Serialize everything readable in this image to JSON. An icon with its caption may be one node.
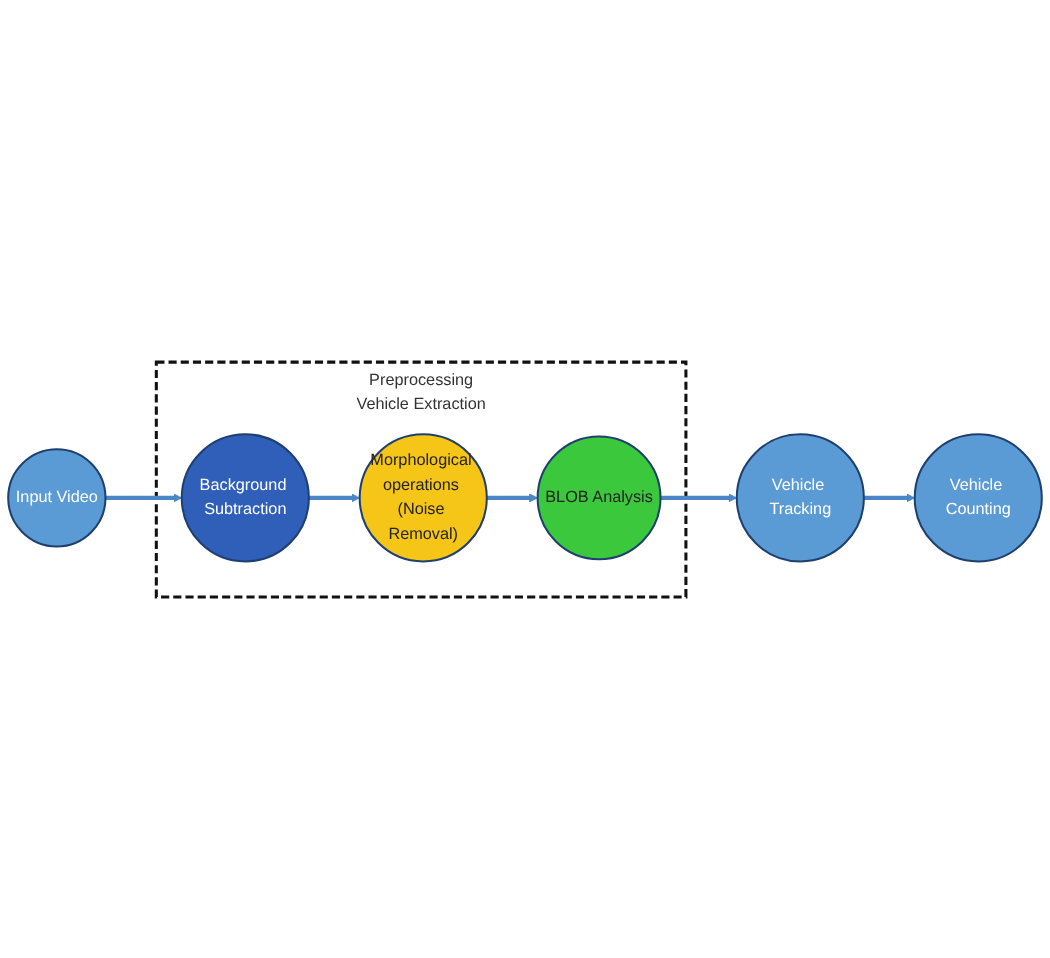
{
  "diagram": {
    "nodes": [
      {
        "text": [
          "Input Video"
        ]
      },
      {
        "text": [
          "Preprocessing",
          "Vehicle Extraction"
        ]
      },
      {
        "text": [
          "Morphological operations (Noise Removal)"
        ],
        "in": 1
      },
      {
        "text": [
          "Background Subtraction"
        ],
        "in": 1
      },
      {
        "text": [
          "BLOB Analysis"
        ],
        "in": 1
      },
      {
        "text": [
          "Vehicle Tracking"
        ]
      },
      {
        "text": [
          "Vehicle Counting"
        ]
      }
    ],
    "edges": [
      {
        "from": 0,
        "to": 3,
        "arrow": "to"
      },
      {
        "from": 3,
        "to": 2,
        "arrow": "to"
      },
      {
        "from": 2,
        "to": 4,
        "arrow": "to"
      },
      {
        "from": 4,
        "to": 5,
        "arrow": "to"
      },
      {
        "from": 5,
        "to": 6,
        "arrow": "to"
      }
    ]
  }
}
